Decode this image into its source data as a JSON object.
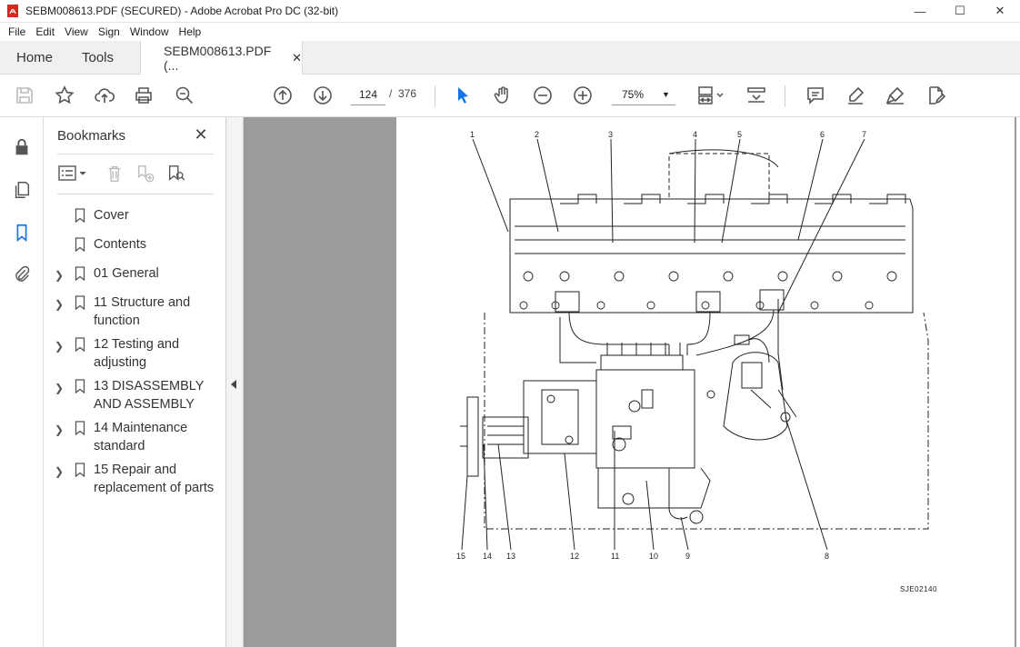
{
  "window": {
    "title": "SEBM008613.PDF (SECURED) - Adobe Acrobat Pro DC (32-bit)",
    "minimize": "—",
    "maximize": "☐",
    "close": "✕"
  },
  "menu": {
    "file": "File",
    "edit": "Edit",
    "view": "View",
    "sign": "Sign",
    "window": "Window",
    "help": "Help"
  },
  "tabs": {
    "home": "Home",
    "tools": "Tools",
    "doc": "SEBM008613.PDF (...",
    "doc_close": "✕"
  },
  "toolbar": {
    "page_current": "124",
    "page_sep": "/",
    "page_total": "376",
    "zoom": "75%"
  },
  "bookmarks": {
    "title": "Bookmarks",
    "close": "✕",
    "items": [
      {
        "label": "Cover",
        "expandable": false
      },
      {
        "label": "Contents",
        "expandable": false
      },
      {
        "label": "01 General",
        "expandable": true
      },
      {
        "label": "11 Structure and function",
        "expandable": true
      },
      {
        "label": "12 Testing and adjusting",
        "expandable": true
      },
      {
        "label": "13 DISASSEMBLY AND ASSEMBLY",
        "expandable": true
      },
      {
        "label": "14 Maintenance standard",
        "expandable": true
      },
      {
        "label": "15 Repair and replacement of parts",
        "expandable": true
      }
    ]
  },
  "document": {
    "figure_code": "SJE02140",
    "callouts": [
      "1",
      "2",
      "3",
      "4",
      "5",
      "6",
      "7",
      "8",
      "9",
      "10",
      "11",
      "12",
      "13",
      "14",
      "15"
    ]
  },
  "colors": {
    "accent_blue": "#1473e6",
    "icon_gray": "#555555",
    "doc_background": "#9b9b9b",
    "pdf_red": "#d9261c"
  }
}
